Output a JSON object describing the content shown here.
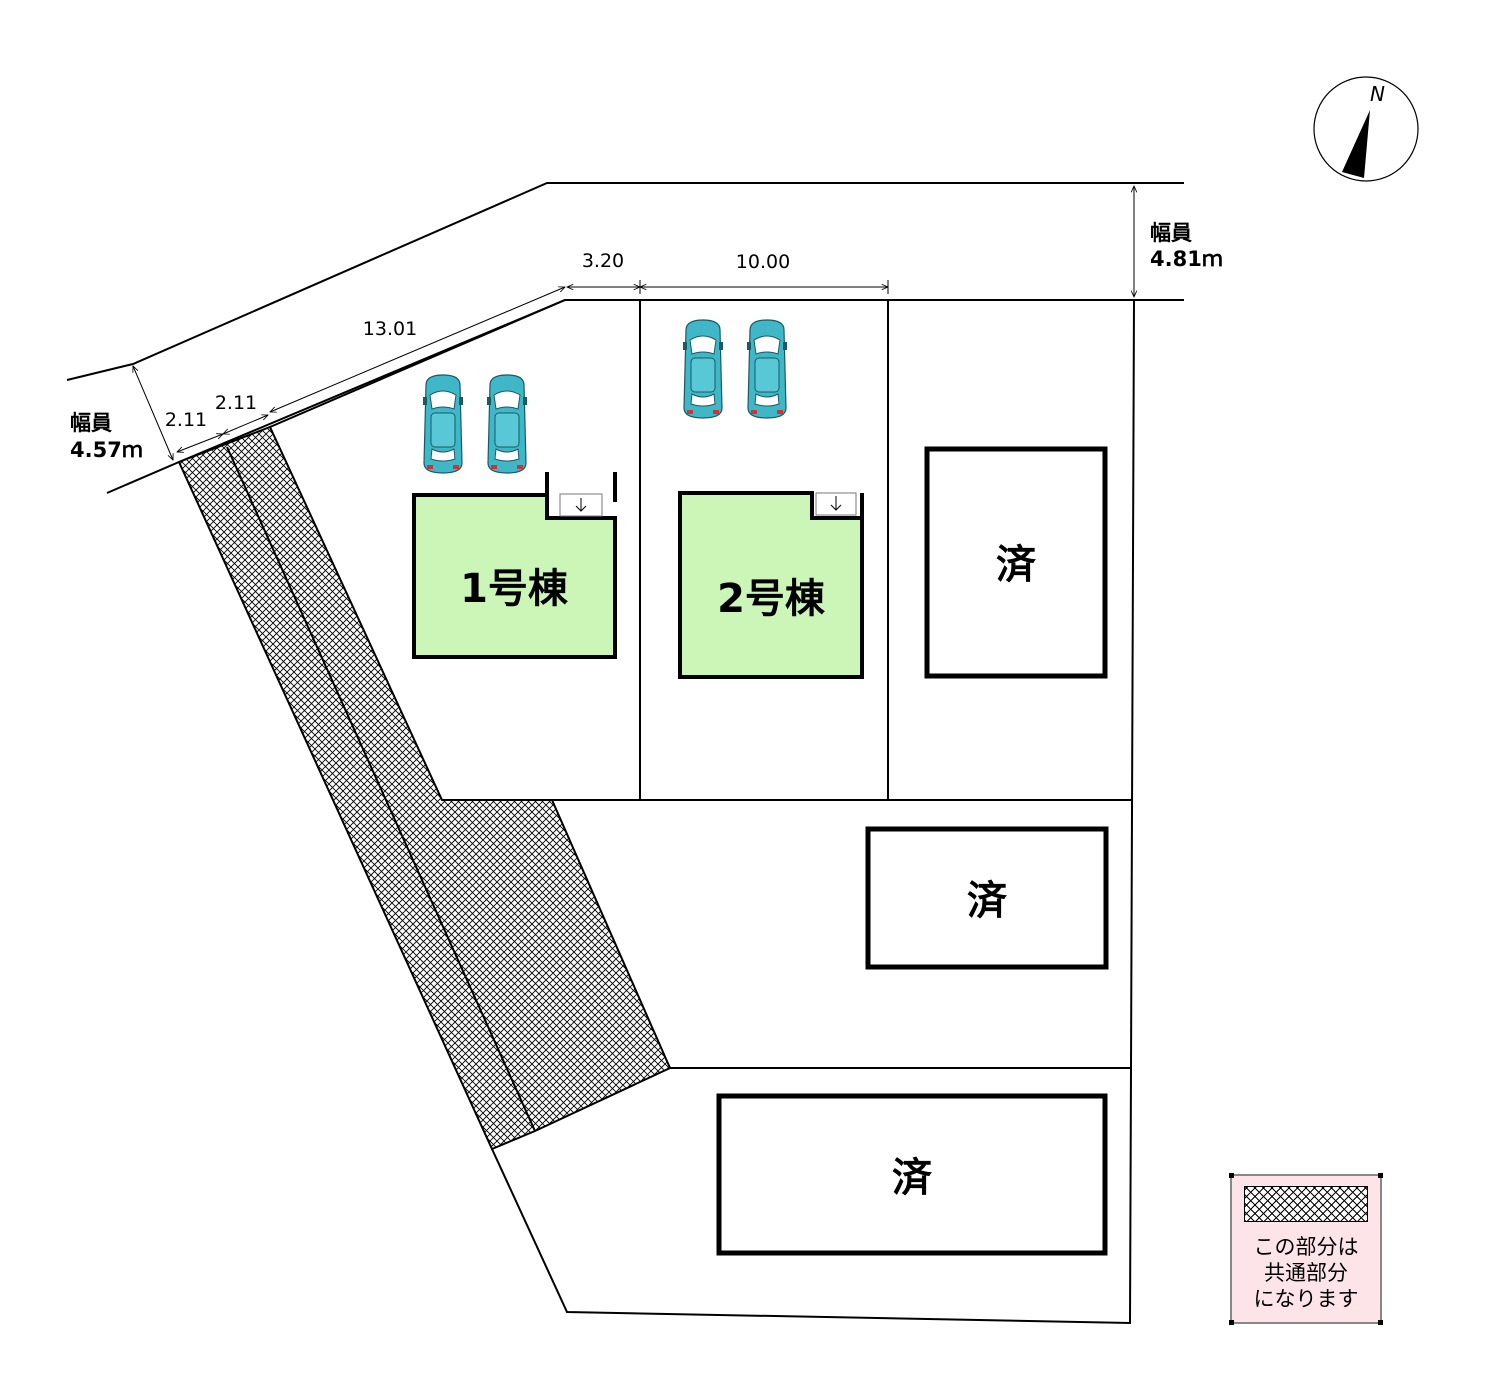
{
  "compass": {
    "north_label": "N"
  },
  "roads": {
    "north": {
      "label": "幅員",
      "value": "4.81ｍ"
    },
    "west": {
      "label": "幅員",
      "value": "4.57ｍ"
    }
  },
  "dimensions": {
    "frontage_lot1": "3.20",
    "frontage_lot2": "10.00",
    "diagonal_frontage": "13.01",
    "path_width_a": "2.11",
    "path_width_b": "2.11"
  },
  "lots": {
    "lot1": {
      "label": "1号棟"
    },
    "lot2": {
      "label": "2号棟"
    },
    "sold_a": {
      "label": "済"
    },
    "sold_b": {
      "label": "済"
    },
    "sold_c": {
      "label": "済"
    }
  },
  "legend": {
    "text": "この部分は\n共通部分\nになります"
  },
  "colors": {
    "house_fill": "#ccf5b8",
    "car_body": "#3fb7c6",
    "legend_fill": "#fce4e8"
  }
}
